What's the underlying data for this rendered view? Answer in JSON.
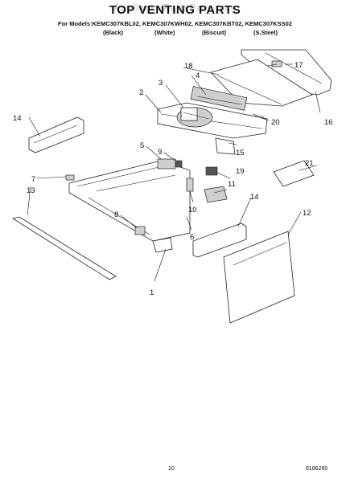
{
  "watermark": "AppliancePartsPros.com",
  "title": "TOP VENTING PARTS",
  "models_line": "For Models:KEMC307KBL02, KEMC307KWH02, KEMC307KBT02, KEMC307KSS02",
  "colors": [
    "(Black)",
    "(White)",
    "(Biscuit)",
    "(S.Steel)"
  ],
  "callouts": [
    "1",
    "2",
    "3",
    "4",
    "5",
    "6",
    "7",
    "8",
    "9",
    "10",
    "11",
    "12",
    "13",
    "14",
    "14",
    "15",
    "16",
    "17",
    "18",
    "19",
    "20",
    "21"
  ],
  "page_number": "10",
  "doc_number": "8186260"
}
